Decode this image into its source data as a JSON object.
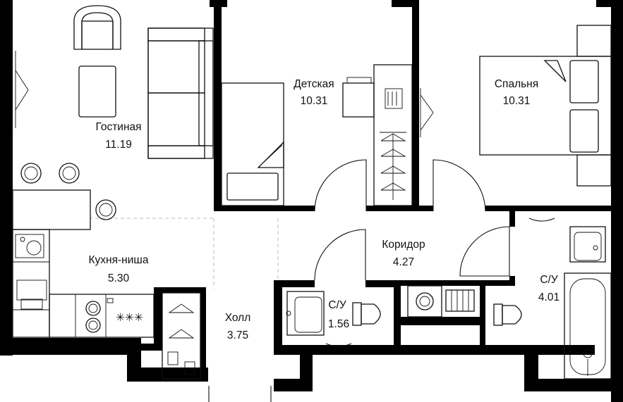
{
  "colors": {
    "wall": "#000000",
    "line": "#111111",
    "background": "#ffffff",
    "zone_divider": "#bbbbbb"
  },
  "rooms": [
    {
      "id": "living",
      "name": "Гостиная",
      "area": "11.19"
    },
    {
      "id": "kids",
      "name": "Детская",
      "area": "10.31"
    },
    {
      "id": "bedroom",
      "name": "Спальня",
      "area": "10.31"
    },
    {
      "id": "kitchen",
      "name": "Кухня-ниша",
      "area": "5.30"
    },
    {
      "id": "corridor",
      "name": "Коридор",
      "area": "4.27"
    },
    {
      "id": "hall",
      "name": "Холл",
      "area": "3.75"
    },
    {
      "id": "bath-small",
      "name": "С/У",
      "area": "1.56"
    },
    {
      "id": "bath-large",
      "name": "С/У",
      "area": "4.01"
    }
  ],
  "icons": [
    "armchair-icon",
    "sofa-icon",
    "bed-icon",
    "double-bed-icon",
    "dining-table-icon",
    "bar-stool-icon",
    "desk-icon",
    "keyboard-icon",
    "wardrobe-hanger-icon",
    "sink-icon",
    "toilet-icon",
    "bathtub-icon",
    "washing-machine-icon",
    "radiator-icon",
    "stove-icon",
    "cooktop-icon",
    "door-swing-icon",
    "window-icon"
  ]
}
